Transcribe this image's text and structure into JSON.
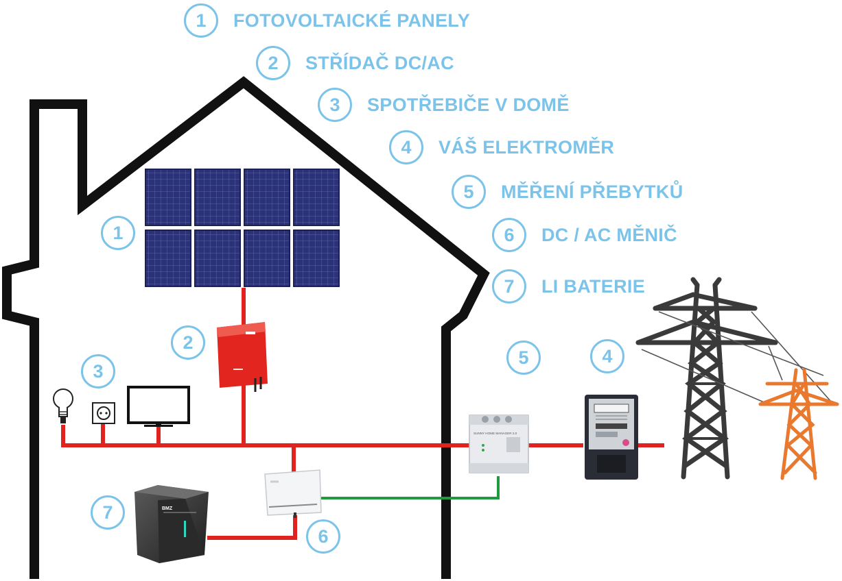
{
  "legend": [
    {
      "number": "1",
      "label": "FOTOVOLTAICKÉ PANELY"
    },
    {
      "number": "2",
      "label": "STŘÍDAČ DC/AC"
    },
    {
      "number": "3",
      "label": "SPOTŘEBIČE V DOMĚ"
    },
    {
      "number": "4",
      "label": "VÁŠ ELEKTROMĚR"
    },
    {
      "number": "5",
      "label": "MĚŘENÍ PŘEBYTKŮ"
    },
    {
      "number": "6",
      "label": "DC / AC MĚNIČ"
    },
    {
      "number": "7",
      "label": "LI BATERIE"
    }
  ],
  "badges": {
    "panels": "1",
    "inverter": "2",
    "appliances": "3",
    "meter": "4",
    "surplus_meter": "5",
    "battery_inverter": "6",
    "battery": "7"
  },
  "device_labels": {
    "battery_brand": "BMZ",
    "home_manager": "SUNNY HOME MANAGER 2.0"
  },
  "colors": {
    "accent": "#7cc3ea",
    "house_outline": "#111111",
    "ac_wire": "#e0231e",
    "data_wire": "#1f9a3c",
    "inverter_red": "#e2261f",
    "pylon_dark": "#3a3a3a",
    "pylon_orange": "#e8792e",
    "solar_panel": "#23286b"
  }
}
